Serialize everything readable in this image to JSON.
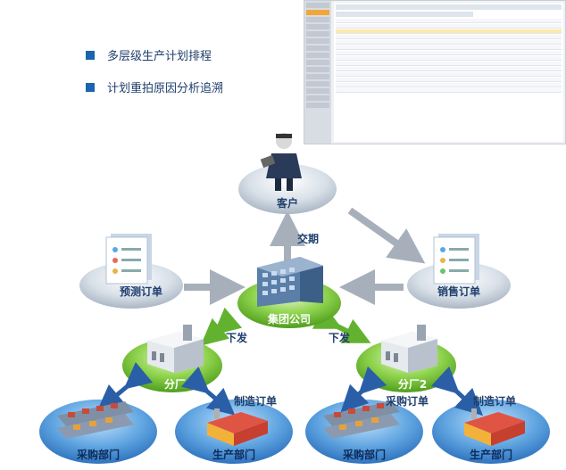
{
  "bullets": [
    "多层级生产计划排程",
    "计划重拍原因分析追溯"
  ],
  "nodes": {
    "customer": "客户",
    "forecast_order": "预测订单",
    "sales_order": "销售订单",
    "group_company": "集团公司",
    "branch1": "分厂1",
    "branch2": "分厂2",
    "purchase_dept_1": "采购部门",
    "production_dept_1": "生产部门",
    "purchase_dept_2": "采购部门",
    "production_dept_2": "生产部门"
  },
  "edges": {
    "delivery": "交期",
    "issue_left": "下发",
    "issue_right": "下发",
    "mfg_order_1": "制造订单",
    "purchase_order_2": "采购订单",
    "mfg_order_2": "制造订单"
  },
  "colors": {
    "blue_ellipse": "#4f93d3",
    "green_ellipse": "#5cb12a",
    "gray_ellipse": "#c4cfdb",
    "arrow_blue": "#2a5fa8",
    "arrow_green": "#62b22f",
    "arrow_gray": "#a7b0ba"
  }
}
